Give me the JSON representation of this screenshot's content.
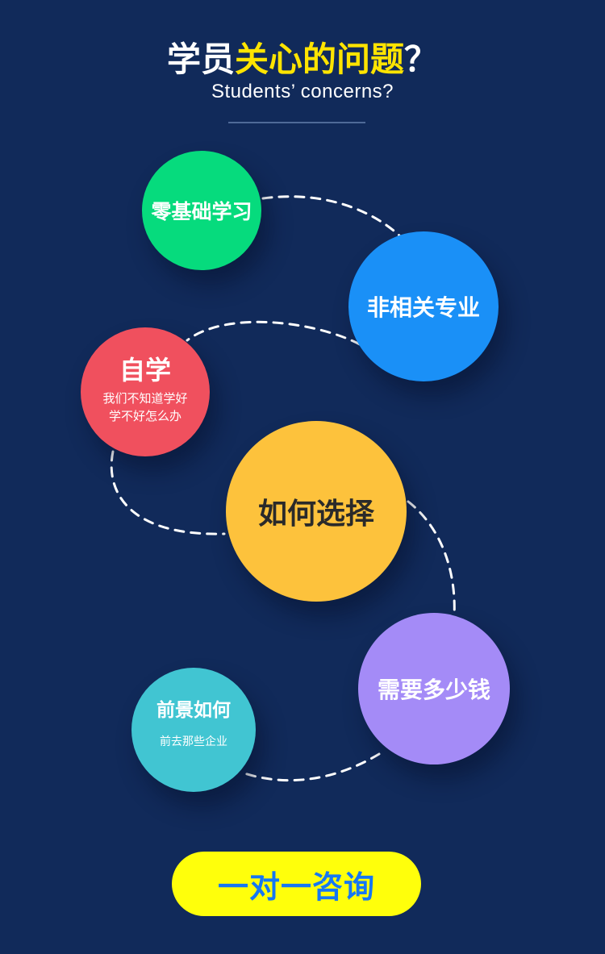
{
  "header": {
    "title_part1": "学员",
    "title_part2": "关心的问题",
    "title_part3": "？",
    "subtitle": "Students’ concerns?"
  },
  "colors": {
    "background": "#112a5a",
    "title_highlight": "#ffe400",
    "green": "#06db7d",
    "blue": "#1a90f7",
    "red": "#f0505e",
    "yellow": "#fdc23c",
    "purple": "#a48bf7",
    "teal": "#41c5d2",
    "cta_background": "#ffff0b",
    "cta_text": "#1677f3"
  },
  "bubbles": {
    "zero_basis": {
      "label": "零基础学习"
    },
    "non_related": {
      "label": "非相关专业"
    },
    "self_study": {
      "label": "自学",
      "sub_line1": "我们不知道学好",
      "sub_line2": "学不好怎么办"
    },
    "how_choose": {
      "label": "如何选择"
    },
    "cost": {
      "label": "需要多少钱"
    },
    "prospects": {
      "label": "前景如何",
      "sub": "前去那些企业"
    }
  },
  "cta": {
    "label": "一对一咨询"
  }
}
